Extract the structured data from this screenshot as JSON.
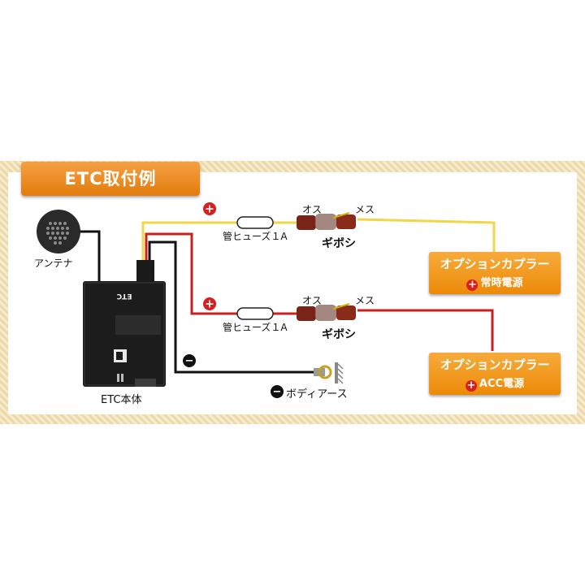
{
  "title": "ETC取付例",
  "antenna_label": "アンテナ",
  "unit_label": "ETC本体",
  "unit_face_text": "ETC",
  "fuse_label_1": "管ヒューズ１A",
  "fuse_label_2": "管ヒューズ１A",
  "connector_label_1": "ギボシ",
  "connector_label_2": "ギボシ",
  "male_label_1": "オス",
  "female_label_1": "メス",
  "male_label_2": "オス",
  "female_label_2": "メス",
  "ground_label": "ボディアース",
  "coupler_1": {
    "name": "オプションカプラー",
    "power": "常時電源"
  },
  "coupler_2": {
    "name": "オプションカプラー",
    "power": "ACC電源"
  },
  "plus_symbol": "+",
  "minus_symbol": "−",
  "colors": {
    "accent_orange": "#ec8a07",
    "wire_yellow": "#f2d64a",
    "wire_red": "#c8201c",
    "wire_black": "#111111",
    "plus_red": "#d62020"
  }
}
